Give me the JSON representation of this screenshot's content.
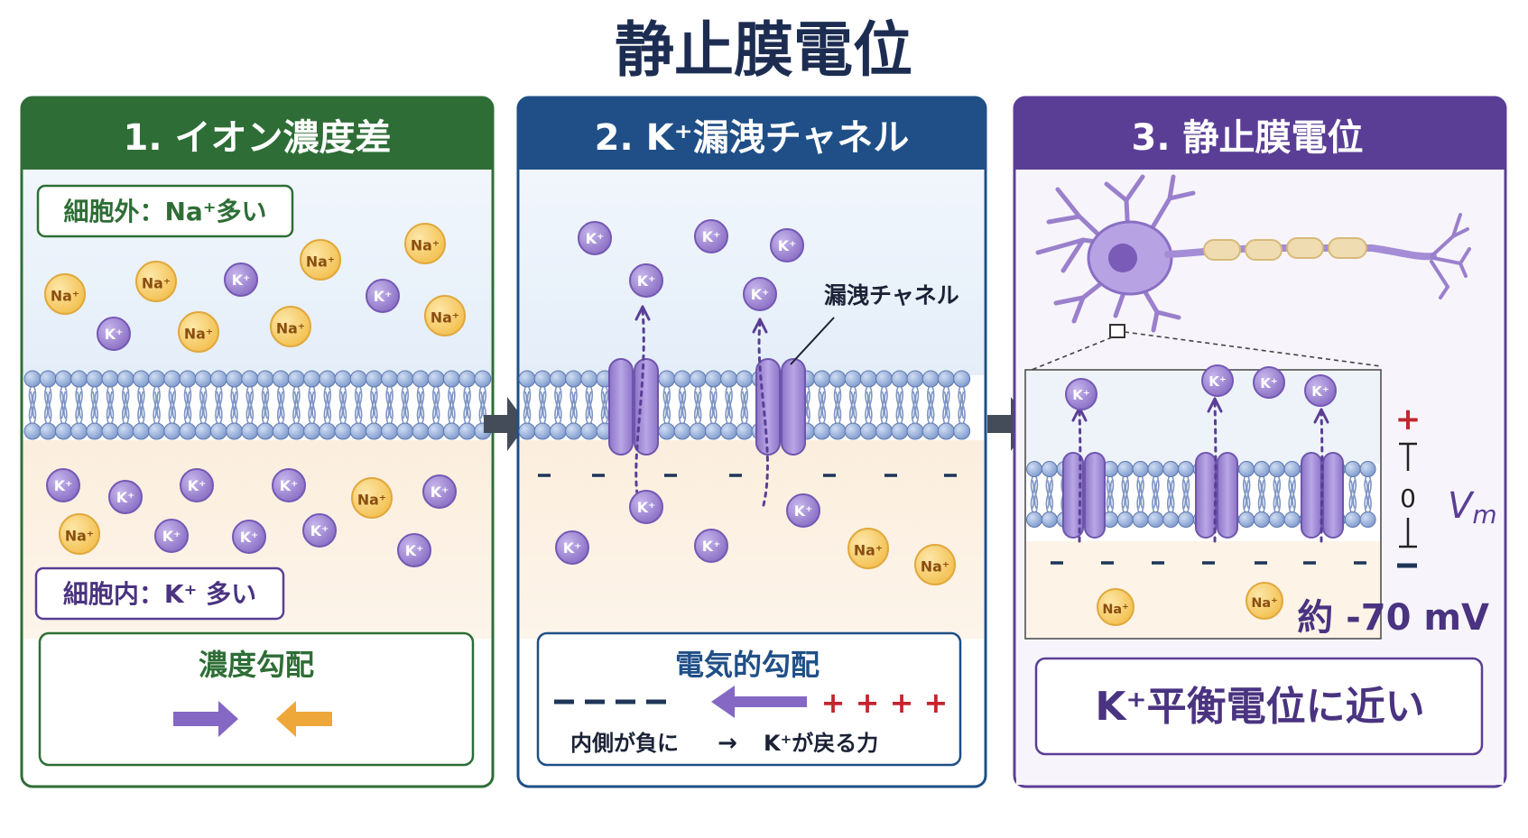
{
  "title": "静止膜電位",
  "colors": {
    "green": "#2e6e36",
    "blue": "#1f4f86",
    "purple": "#5a3e96",
    "k_ion": "#9b82cf",
    "na_ion": "#f7cd6a",
    "head": "#8aa5d6",
    "protein": "#a58fd6",
    "red": "#c2262e",
    "orange": "#eea83a"
  },
  "ion_labels": {
    "k": "K⁺",
    "na": "Na⁺"
  },
  "panels": [
    {
      "header": "1. イオン濃度差",
      "outside_label": "細胞外：Na⁺多い",
      "inside_label": "細胞内：K⁺ 多い",
      "box_title": "濃度勾配"
    },
    {
      "header": "2. K⁺漏洩チャネル",
      "channel_label": "漏洩チャネル",
      "box_title": "電気的勾配",
      "plus_signs": "+ + + +",
      "caption_left": "内側が負に",
      "caption_arrow": "→",
      "caption_right": "K⁺が戻る力"
    },
    {
      "header": "3. 静止膜電位",
      "plus": "+",
      "zero": "0",
      "vm": "V",
      "vm_sub": "m",
      "voltage": "約 -70 mV",
      "box_text": "K⁺平衡電位に近い"
    }
  ]
}
